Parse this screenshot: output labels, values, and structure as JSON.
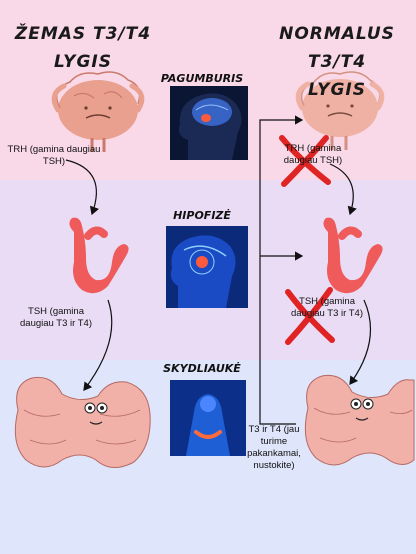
{
  "headers": {
    "left": [
      "ŽEMAS T3/T4",
      "LYGIS"
    ],
    "right": [
      "NORMALUS T3/T4",
      "LYGIS"
    ]
  },
  "sections": {
    "hypothalamus": "PAGUMBURIS",
    "pituitary": "HIPOFIZĖ",
    "thyroid": "SKYDLIAUKĖ"
  },
  "labels": {
    "trh_left": "TRH (gamina daugiau TSH)",
    "trh_right": "TRH (gamina daugiau TSH)",
    "tsh_left": "TSH (gamina daugiau T3 ir T4)",
    "tsh_right": "TSH (gamina daugiau T3 ir T4)",
    "t3t4": "T3 ir T4 (jau turime pakankamai, nustokite)"
  },
  "colors": {
    "top_band": "#f9d9e7",
    "middle_band": "#eadcf5",
    "bottom_band": "#dfe6fb",
    "brain": "#e9a08e",
    "pituitary": "#ef5a5a",
    "thyroid": "#f1b0a8",
    "cross": "#e02424",
    "scan_bg": "#0a1633"
  }
}
